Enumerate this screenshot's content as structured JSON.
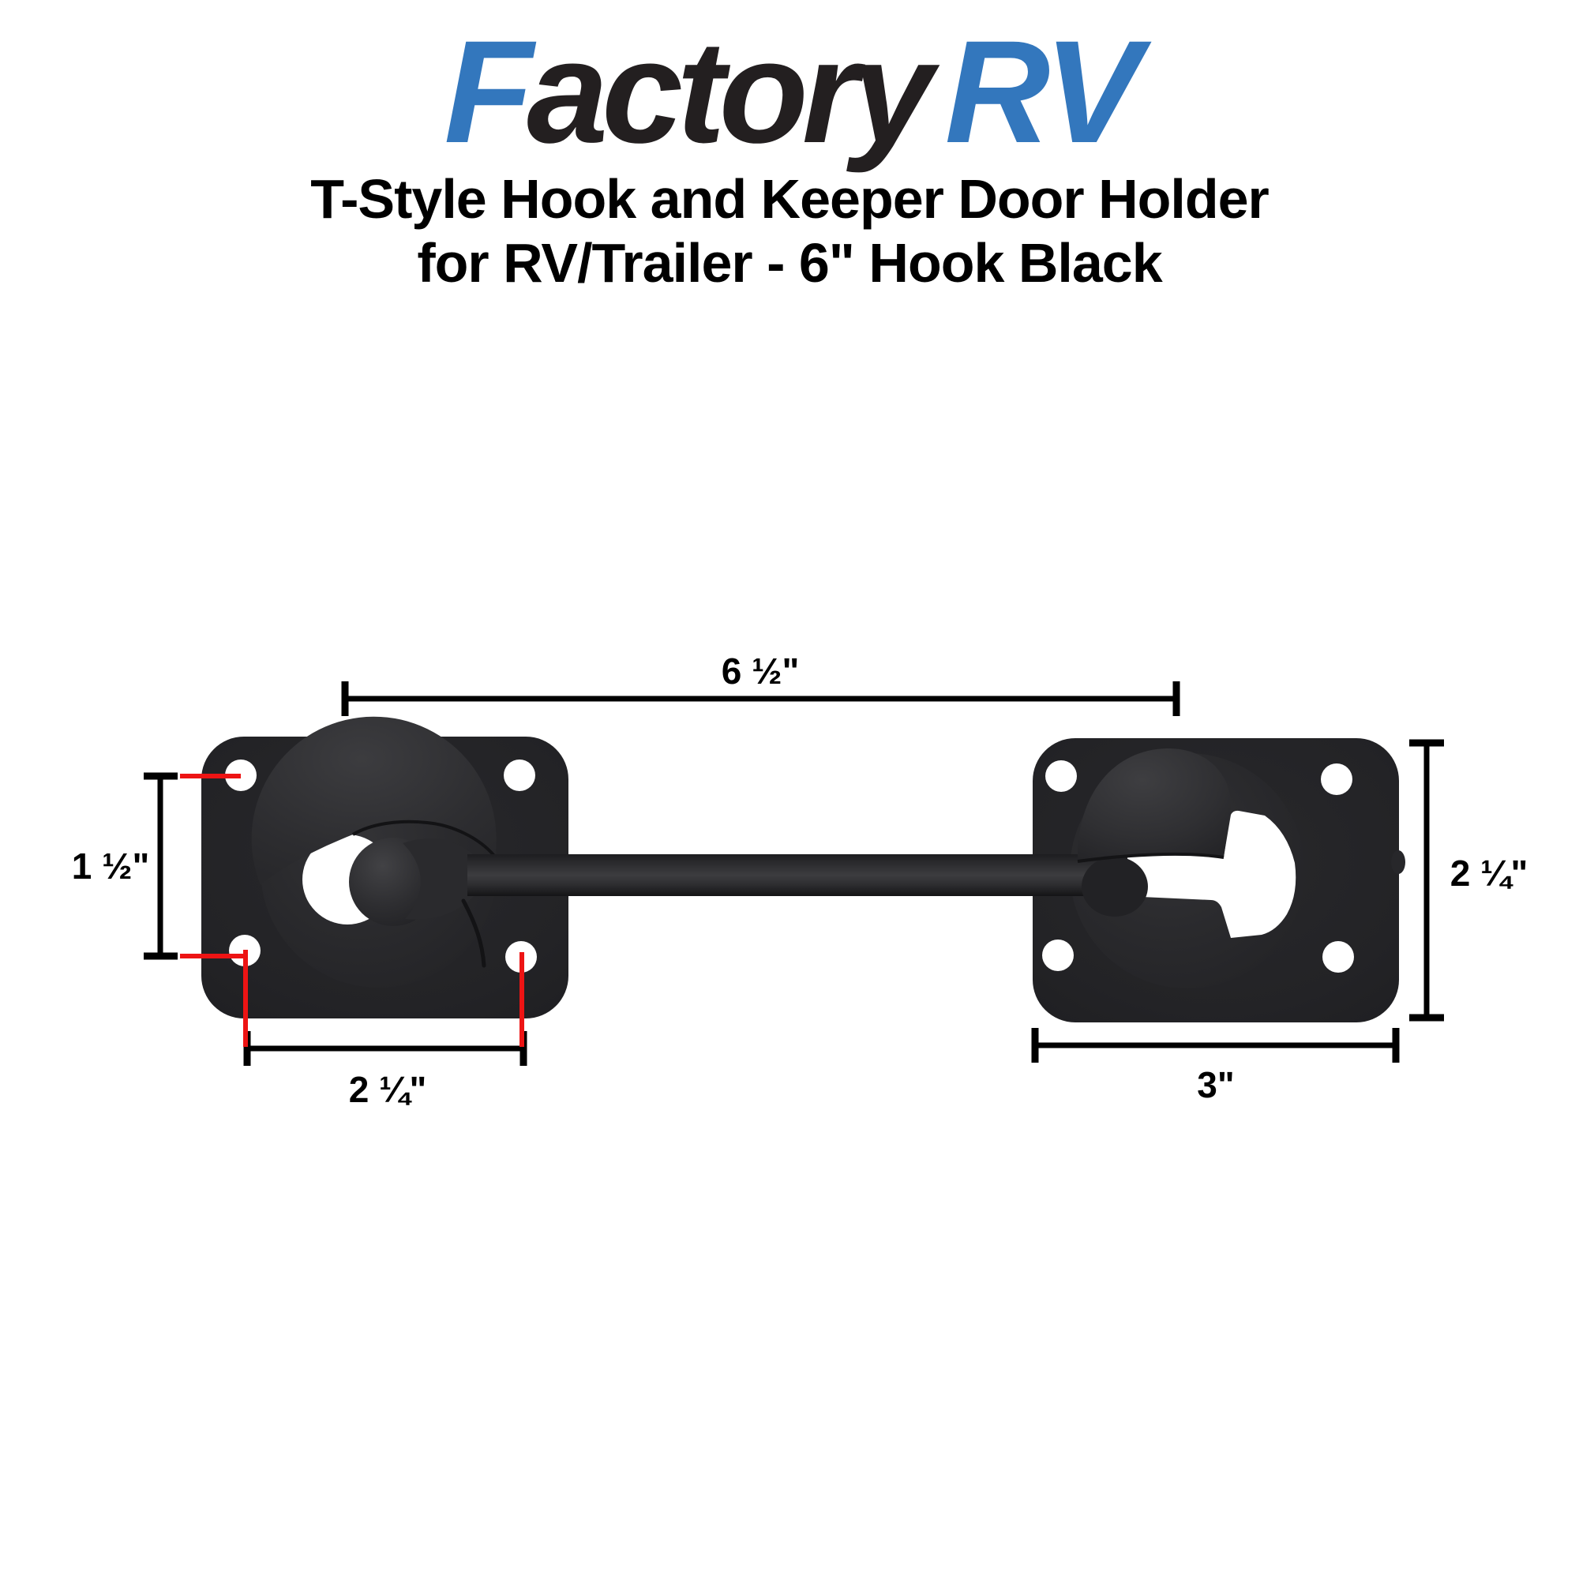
{
  "brand": {
    "f": "F",
    "factory_rest": "actory",
    "rv": "RV",
    "blue": "#3377bd",
    "black": "#231f20"
  },
  "title": {
    "line1": "T-Style Hook and Keeper Door Holder",
    "line2": "for RV/Trailer - 6\" Hook Black"
  },
  "diagram": {
    "labels": {
      "hook_span": "6 ½\"",
      "left_hole_spacing_vertical": "1 ½\"",
      "left_hole_spacing_horizontal": "2 ¼\"",
      "right_plate_height": "2 ¼\"",
      "right_plate_width": "3\""
    },
    "annotation_color": "#000000",
    "leader_color": "#ed1414",
    "hardware_finish_color": "#242427"
  }
}
